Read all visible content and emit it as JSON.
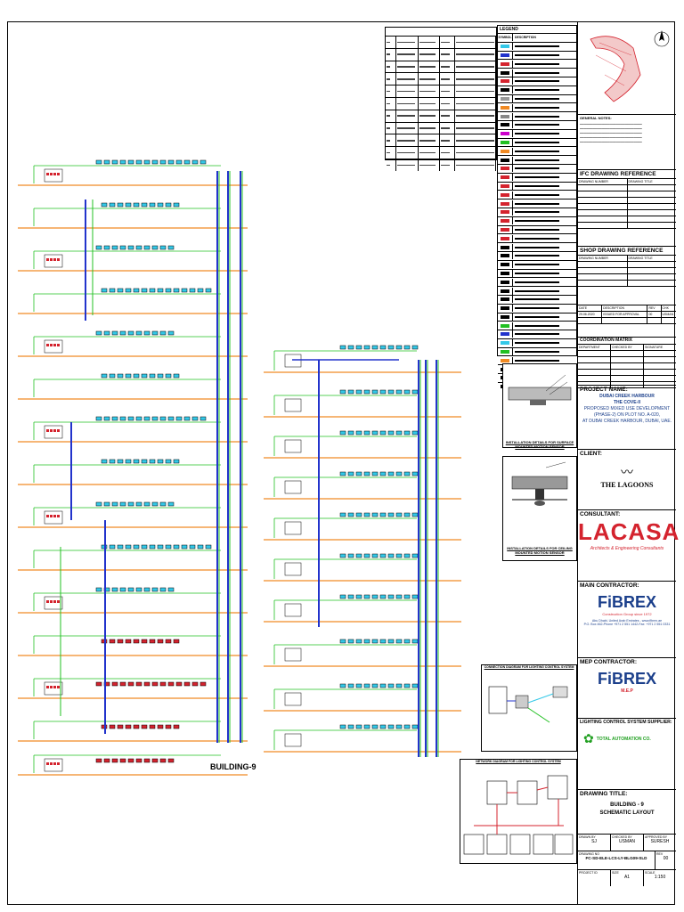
{
  "building_label": "BUILDING-9",
  "legend": {
    "title": "LEGEND",
    "col_symbol": "SYMBOL",
    "col_desc": "DESCRIPTION"
  },
  "title_block": {
    "ifc_heading": "IFC DRAWING REFERENCE",
    "ifc_cols": [
      "DRAWING NUMBER",
      "DRAWING TITLE"
    ],
    "shop_heading": "SHOP DRAWING REFERENCE",
    "shop_cols": [
      "DRAWING NUMBER",
      "DRAWING TITLE"
    ],
    "rev_cols": [
      "DATE",
      "DESCRIPTION",
      "REV",
      "CHK"
    ],
    "rev_row": [
      "29.06.2020",
      "ISSUED FOR APPROVAL",
      "00",
      "USMAN"
    ],
    "coord_heading": "COORDINATION MATRIX",
    "coord_cols": [
      "DEPARTMENT",
      "CHECKED BY",
      "SIGNATURE"
    ],
    "general_notes": "GENERAL NOTES:",
    "project_name_label": "PROJECT NAME:",
    "project_lines": [
      "DUBAI CREEK HARBOUR",
      "THE COVE-II",
      "PROPOSED MIXED USE DEVELOPMENT",
      "(PHASE-2) ON PLOT NO. A-020,",
      "AT DUBAI CREEK HARBOUR, DUBAI, UAE."
    ],
    "client_label": "CLIENT:",
    "client_name": "THE LAGOONS",
    "consultant_label": "CONSULTANT:",
    "consultant_logo": "LACASA",
    "consultant_sub": "Architects & Engineering Consultants",
    "main_contractor_label": "MAIN CONTRACTOR:",
    "main_contractor_logo": "FiBREX",
    "main_contractor_sub": "Construction Group since 1972",
    "main_contractor_addr1": "Abu Dhabi, United Arab Emirates - www.fibrex.ae",
    "main_contractor_addr2": "P.O. Box 462-Phone +971 2 551 1442-Fax: +971 2 551 0331",
    "mep_label": "MEP CONTRACTOR:",
    "mep_logo": "FiBREX",
    "mep_sub": "M.E.P",
    "lcs_label": "LIGHTING CONTROL SYSTEM SUPPLIER:",
    "lcs_name": "TOTAL AUTOMATION CO.",
    "drawing_title_label": "DRAWING TITLE:",
    "drawing_title_lines": [
      "BUILDING - 9",
      "SCHEMATIC LAYOUT"
    ],
    "drawn_by_label": "DRAWN BY",
    "drawn_by": "SJ",
    "checked_by_label": "CHECKED BY",
    "checked_by": "USMAN",
    "approved_by_label": "APPROVED BY",
    "approved_by": "SURESH",
    "drawing_no_label": "DRAWING NO",
    "drawing_no": "FC-SD-ELE-LCS-LY-BLG09-SLD",
    "rev_label": "REV",
    "rev": "00",
    "project_id_label": "PROJECT ID",
    "size_label": "SIZE",
    "size": "A1",
    "scale_label": "SCALE",
    "scale": "1:150"
  },
  "details": {
    "detail1": "INSTALLATION DETAILS FOR SURFACE MOUNTED MOTION SENSOR",
    "detail2": "INSTALLATION DETAILS FOR CEILING MOUNTED MOTION SENSOR",
    "detail3": "CONNECTION DIAGRAM FOR LIGHTING CONTROL SYSTEM",
    "detail4": "NETWORK DIAGRAM FOR LIGHTING CONTROL SYSTEM"
  },
  "colors": {
    "green": "#22c022",
    "blue": "#2233cc",
    "orange": "#f08a24",
    "red": "#d4232e",
    "cyan": "#33c8e8",
    "navy": "#1b3f8b"
  }
}
